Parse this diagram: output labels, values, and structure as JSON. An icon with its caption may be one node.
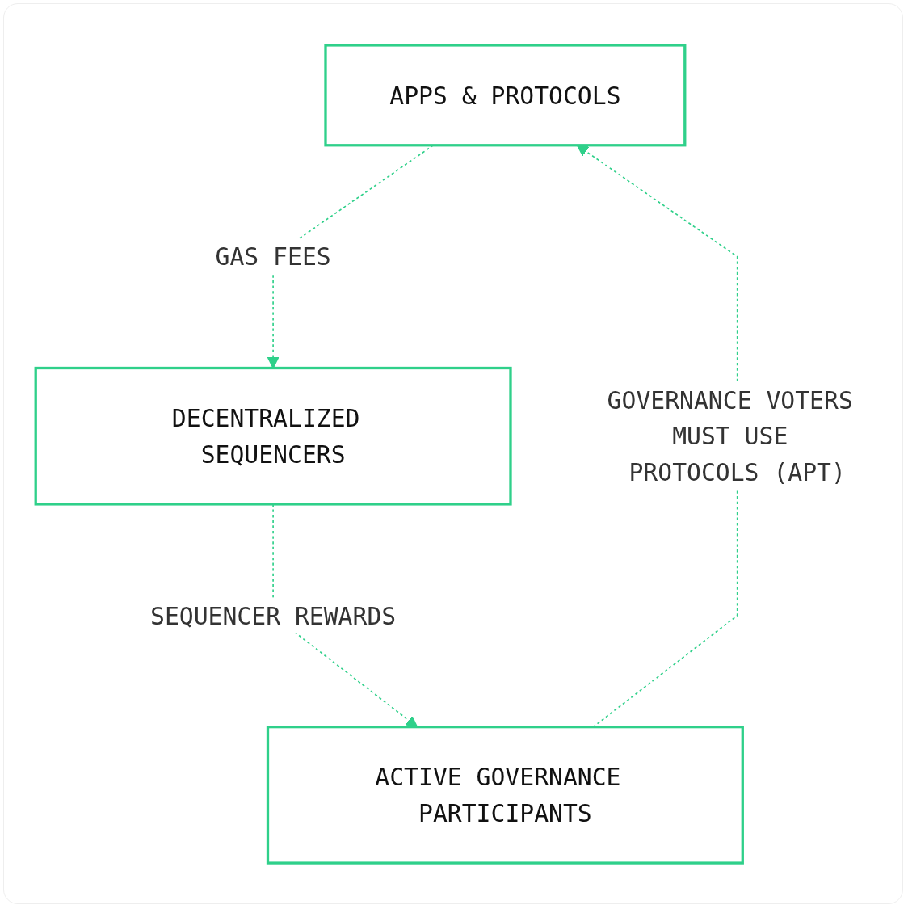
{
  "diagram": {
    "nodes": [
      {
        "text": [
          "APPS & PROTOCOLS"
        ]
      },
      {
        "text": [
          "DECENTRALIZED SEQUENCERS"
        ]
      },
      {
        "text": [
          "ACTIVE GOVERNANCE PARTICIPANTS"
        ]
      }
    ],
    "edges": [
      {
        "from": 0,
        "to": 1,
        "arrow": "to",
        "label": "GAS FEES",
        "style": "dashed"
      },
      {
        "from": 1,
        "to": 2,
        "arrow": "to",
        "label": "SEQUENCER REWARDS",
        "style": "dashed"
      },
      {
        "from": 2,
        "to": 0,
        "arrow": "to",
        "label": "GOVERNANCE VOTERS MUST USE PROTOCOLS (APT)",
        "style": "dashed"
      }
    ]
  }
}
